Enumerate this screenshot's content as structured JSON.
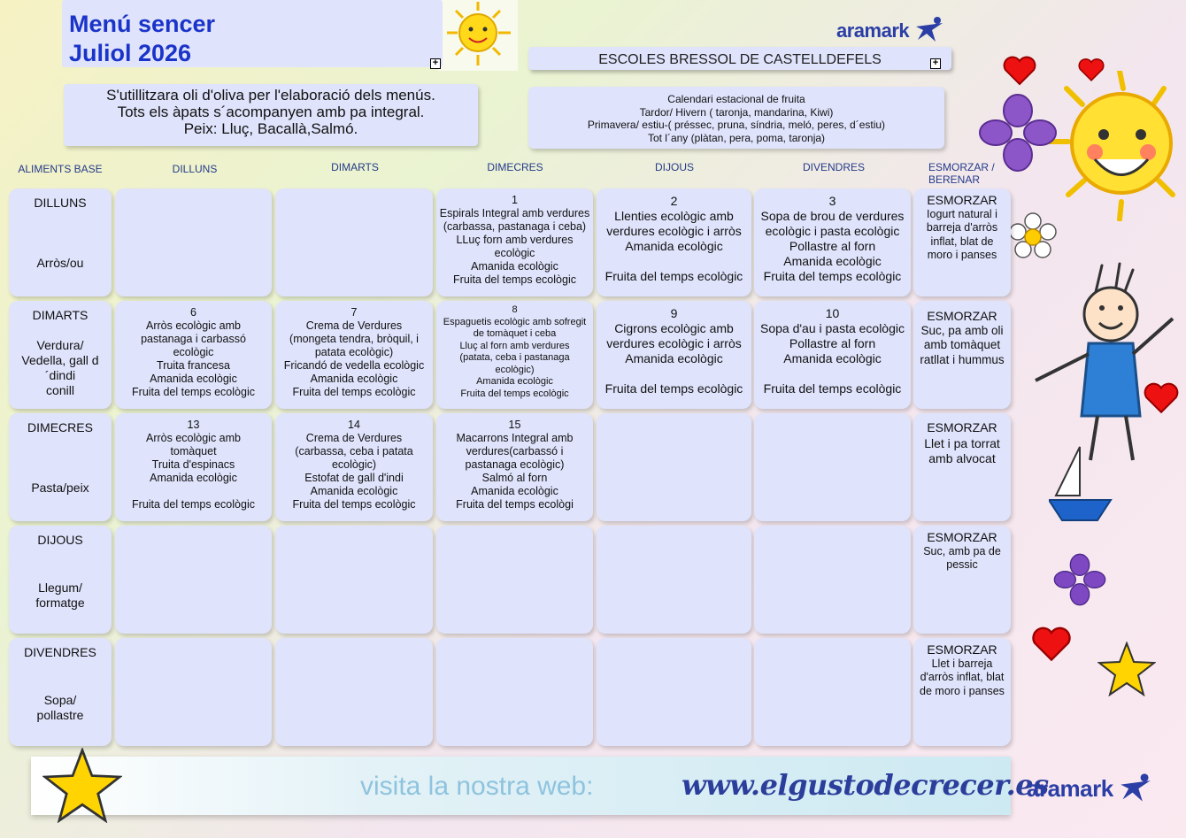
{
  "title": {
    "line1": "Menú sencer",
    "line2": "Juliol 2026"
  },
  "brand": {
    "logo": "aramark",
    "logo_color": "#2b3ea6"
  },
  "school": "ESCOLES BRESSOL DE CASTELLDEFELS",
  "notes": [
    "S'utillitzara oli d'oliva per l'elaboració dels menús.",
    "Tots els àpats s´acompanyen amb pa integral.",
    "Peix: Lluç, Bacallà,Salmó."
  ],
  "fruit_calendar": [
    "Calendari estacional de fruita",
    "Tardor/ Hivern ( taronja, mandarina, Kiwi)",
    "Primavera/ estiu-( préssec, pruna, síndria, meló, peres, d´estiu)",
    "Tot l´any (plàtan, pera, poma, taronja)"
  ],
  "headers": {
    "base": "ALIMENTS BASE",
    "mon": "DILLUNS",
    "tue": "DIMARTS",
    "wed": "DIMECRES",
    "thu": "DIJOUS",
    "fri": "DIVENDRES",
    "snack1": "ESMORZAR /",
    "snack2": "BERENAR"
  },
  "rows": [
    {
      "day": "DILLUNS",
      "base": [
        "Arròs/ou"
      ],
      "cells": [
        [],
        [],
        [
          "1",
          "Espirals Integral amb verdures",
          "(carbassa, pastanaga i ceba)",
          "LLuç  forn amb verdures",
          "ecològic",
          "Amanida ecològic",
          "Fruita del temps ecològic"
        ],
        [
          "2",
          "Llenties ecològic amb",
          "verdures ecològic i arròs",
          "Amanida ecològic",
          "",
          "Fruita del temps ecològic"
        ],
        [
          "3",
          "Sopa de brou de verdures",
          "ecològic i pasta ecològic",
          "Pollastre  al forn",
          "Amanida ecològic",
          "Fruita del temps ecològic"
        ]
      ],
      "snack": [
        "ESMORZAR",
        "Iogurt natural i",
        "barreja  d'arròs",
        "inflat, blat de",
        "moro i panses"
      ]
    },
    {
      "day": "DIMARTS",
      "base": [
        "Verdura/",
        "Vedella, gall d",
        "´dindi",
        "conill"
      ],
      "cells": [
        [
          "6",
          "Arròs ecològic amb",
          "pastanaga i carbassó",
          "ecològic",
          "Truita francesa",
          "Amanida ecològic",
          "Fruita del temps ecològic"
        ],
        [
          "7",
          "Crema de Verdures",
          "(mongeta tendra, bròquil, i",
          "patata ecològic)",
          "Fricandó de vedella ecològic",
          "Amanida ecològic",
          "Fruita del temps ecològic"
        ],
        [
          "8",
          "Espaguetis ecològic amb sofregit",
          "de tomàquet i ceba",
          "Lluç al forn amb verdures",
          "(patata, ceba i pastanaga",
          "ecològic)",
          "Amanida ecològic",
          "Fruita del temps ecològic"
        ],
        [
          "9",
          "Cigrons  ecològic amb",
          "verdures ecològic i arròs",
          "Amanida ecològic",
          "",
          "Fruita del temps ecològic"
        ],
        [
          "10",
          "Sopa d'au i pasta ecològic",
          "Pollastre al forn",
          "Amanida ecològic",
          "",
          "Fruita del temps ecològic"
        ]
      ],
      "snack": [
        "ESMORZAR",
        "Suc, pa amb oli",
        "amb tomàquet",
        "ratllat i hummus"
      ]
    },
    {
      "day": "DIMECRES",
      "base": [
        "Pasta/peix"
      ],
      "cells": [
        [
          "13",
          "Arròs ecològic amb",
          "tomàquet",
          "Truita d'espinacs",
          "Amanida ecològic",
          "",
          "Fruita del temps ecològic"
        ],
        [
          "14",
          "Crema de Verdures",
          "(carbassa, ceba i patata",
          "ecològic)",
          "Estofat de gall d'indi",
          "Amanida ecològic",
          "Fruita del temps ecològic"
        ],
        [
          "15",
          "Macarrons Integral amb",
          "verdures(carbassó i",
          "pastanaga ecològic)",
          "Salmó al forn",
          "Amanida ecològic",
          "Fruita del temps ecològi"
        ],
        [],
        []
      ],
      "snack": [
        "ESMORZAR",
        "Llet i pa torrat",
        "amb alvocat"
      ]
    },
    {
      "day": "DIJOUS",
      "base": [
        "Llegum/",
        "formatge"
      ],
      "cells": [
        [],
        [],
        [],
        [],
        []
      ],
      "snack": [
        "ESMORZAR",
        "Suc, amb pa de",
        "pessic"
      ]
    },
    {
      "day": "DIVENDRES",
      "base": [
        "Sopa/",
        "pollastre"
      ],
      "cells": [
        [],
        [],
        [],
        [],
        []
      ],
      "snack": [
        "ESMORZAR",
        "Llet i barreja",
        "d'arròs inflat, blat",
        "de moro i panses"
      ]
    }
  ],
  "footer": {
    "visit": "visita la nostra web:",
    "url": "www.elgustodecrecer.es"
  }
}
